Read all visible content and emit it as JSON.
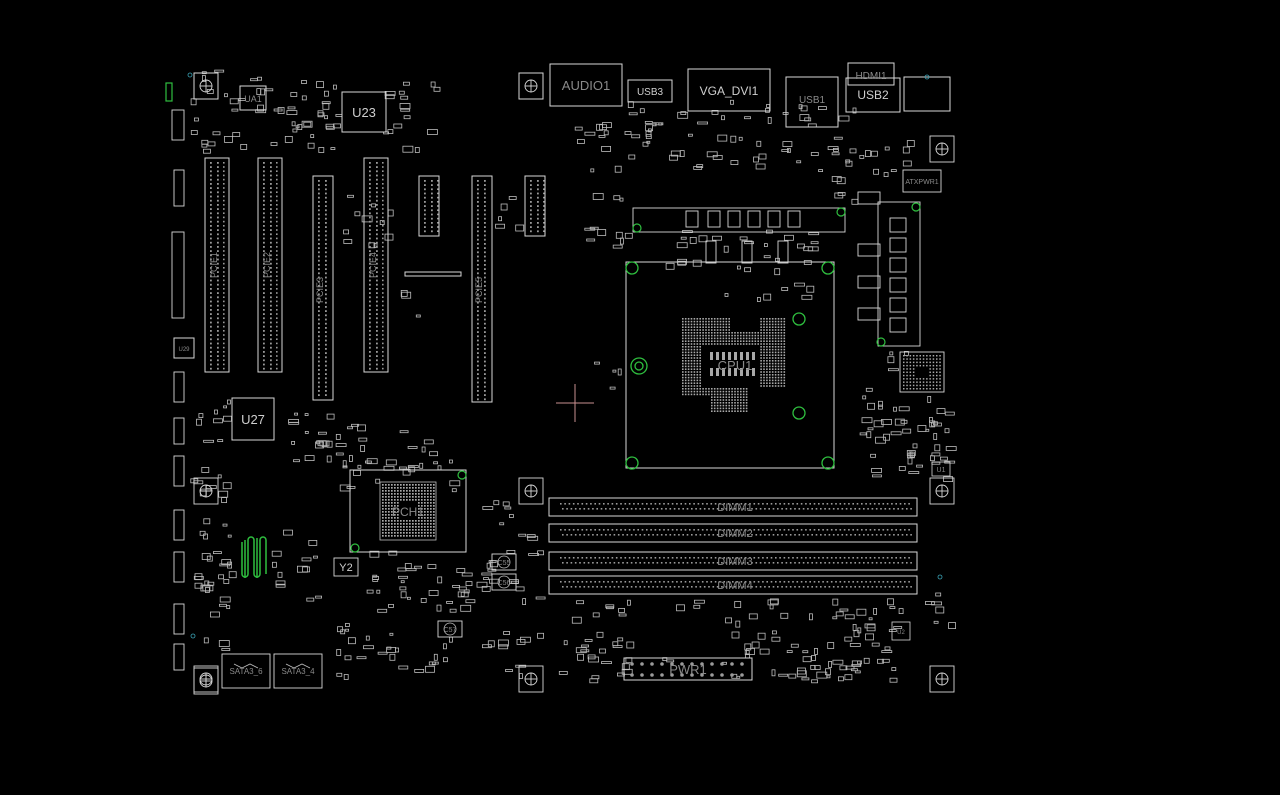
{
  "colors": {
    "background": "#000000",
    "outline": "#d8d8d8",
    "pad": "#bdbdbd",
    "highlight": "#2fbf3f",
    "cursor": "#c98f8f",
    "text": "#cfcfcf"
  },
  "components": {
    "cpu": "CPU1",
    "pch": "PCH1",
    "u23": "U23",
    "u27": "U27",
    "ua1": "UA1",
    "u29": "U29",
    "y2": "Y2",
    "u1": "U1",
    "u2": "U2",
    "c55": "C55",
    "c56": "C56",
    "c57": "C57"
  },
  "connectors": {
    "audio": "AUDIO1",
    "usb3": "USB3",
    "vga_dvi": "VGA_DVI1",
    "usb1": "USB1",
    "hdmi": "HDMI1",
    "usb2": "USB2",
    "atxpwr": "ATXPWR1",
    "sata1": "SATA3_6",
    "sata2": "SATA3_4",
    "pwr": "PWR1",
    "pci1": "PCIE1",
    "pci2": "PCIE2",
    "pci3": "PCIE3",
    "pci4": "PCIE4",
    "pci5": "PCIE5"
  },
  "memory": {
    "dimm1": "DIMM1",
    "dimm2": "DIMM2",
    "dimm3": "DIMM3",
    "dimm4": "DIMM4"
  }
}
